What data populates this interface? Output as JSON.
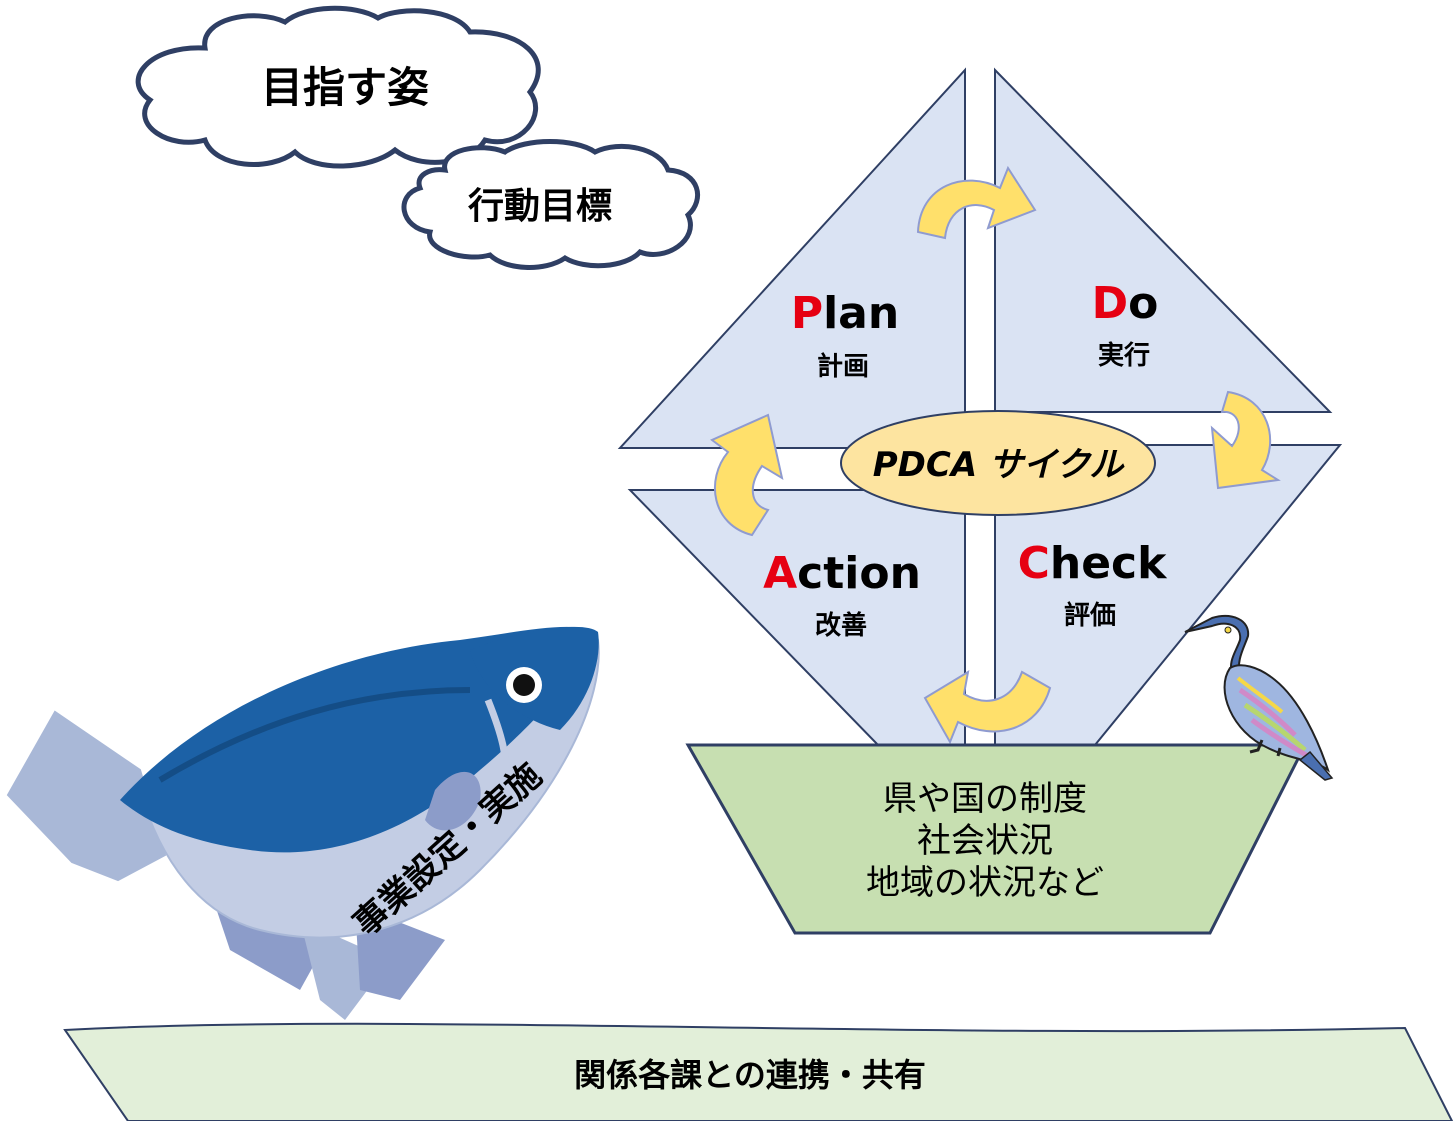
{
  "clouds": {
    "goal": "目指す姿",
    "action_target": "行動目標"
  },
  "fish": {
    "label": "事業設定・実施"
  },
  "pdca": {
    "center": "PDCA サイクル",
    "plan": {
      "initial": "P",
      "rest": "lan",
      "jp": "計画"
    },
    "do": {
      "initial": "D",
      "rest": "o",
      "jp": "実行"
    },
    "check": {
      "initial": "C",
      "rest": "heck",
      "jp": "評価"
    },
    "action": {
      "initial": "A",
      "rest": "ction",
      "jp": "改善"
    }
  },
  "boat": {
    "line1": "県や国の制度",
    "line2": "社会状況",
    "line3": "地域の状況など"
  },
  "banner": {
    "label": "関係各課との連携・共有"
  },
  "colors": {
    "sail_fill": "#dae3f3",
    "sail_stroke": "#2f3f64",
    "arrow_fill": "#ffe06b",
    "arrow_stroke": "#8f9bd0",
    "center_fill": "#fde4a0",
    "initial_red": "#e60012",
    "boat_fill": "#c7dfb1",
    "banner_fill": "#e2efd9",
    "fish_dark": "#1c61a6",
    "fish_light": "#a9b8d7"
  }
}
